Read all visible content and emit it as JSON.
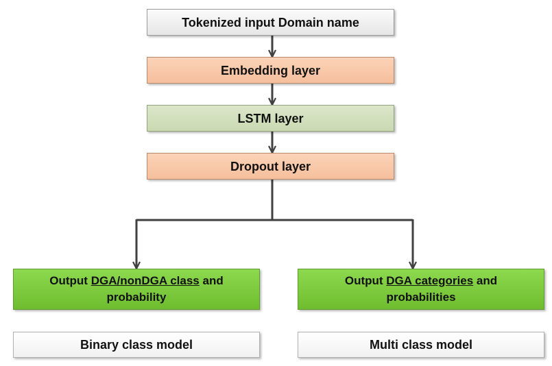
{
  "nodes": {
    "input": {
      "label": "Tokenized input Domain name"
    },
    "embedding": {
      "label": "Embedding layer"
    },
    "lstm": {
      "label": "LSTM layer"
    },
    "dropout": {
      "label": "Dropout layer"
    },
    "binary_output": {
      "prefix": "Output ",
      "underlined": "DGA/nonDGA class",
      "suffix": " and",
      "line2": "probability"
    },
    "multi_output": {
      "prefix": "Output ",
      "underlined": "DGA categories",
      "suffix": " and",
      "line2": "probabilities"
    },
    "binary_model": {
      "label": "Binary class model"
    },
    "multi_model": {
      "label": "Multi class model"
    }
  },
  "colors": {
    "input": "#e6e6e6",
    "embedding": "#f5bf9c",
    "lstm": "#cad9b2",
    "dropout": "#f5bf9c",
    "outputs": "#6fbd2f",
    "models": "#ffffff",
    "connector": "#404040"
  }
}
